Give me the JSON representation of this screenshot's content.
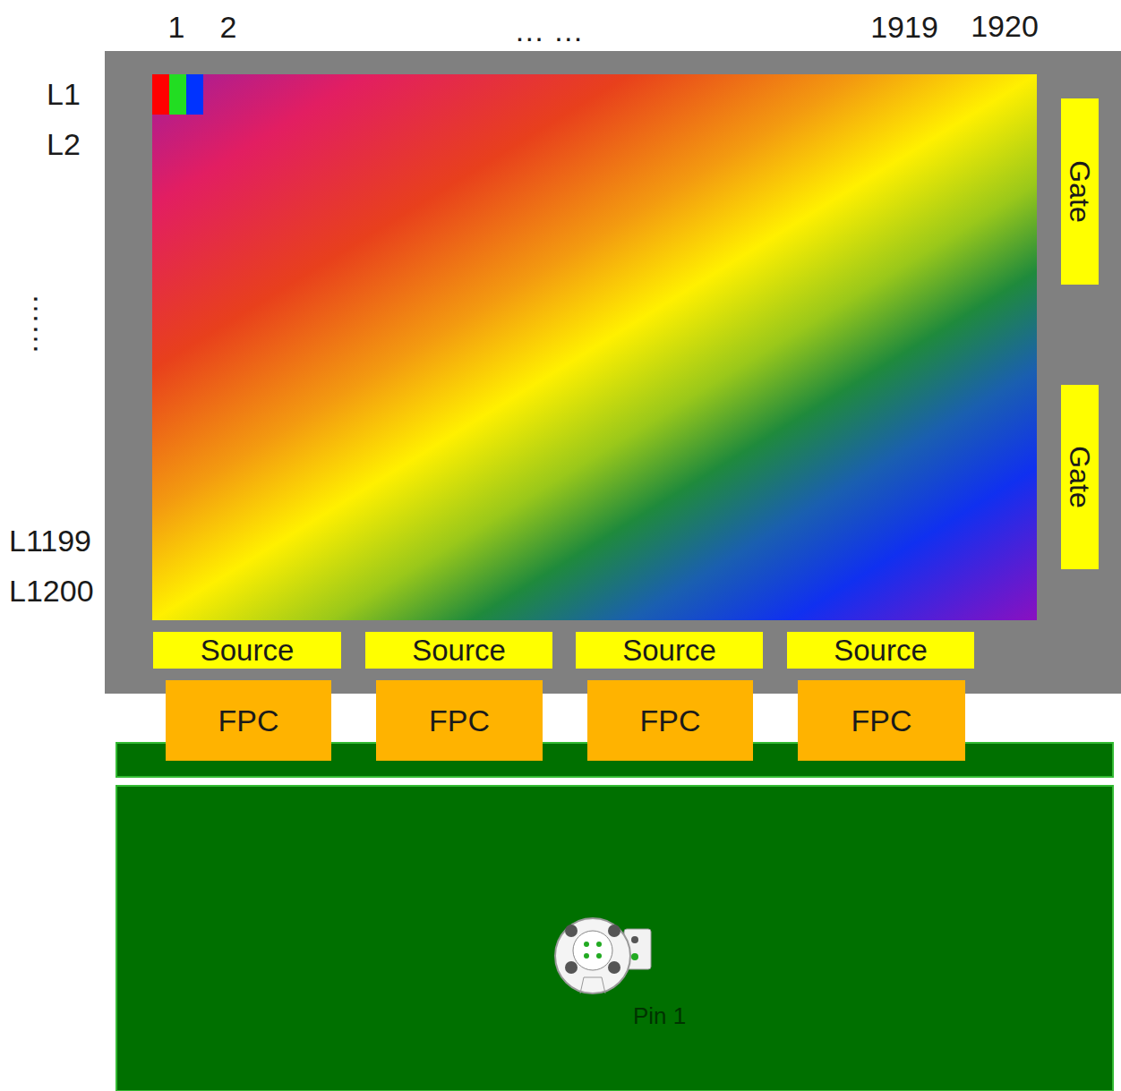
{
  "diagram": {
    "nodes": [
      {
        "text": [
          "Gate"
        ]
      },
      {
        "text": [
          "Gate"
        ]
      },
      {
        "text": [
          "Source"
        ]
      },
      {
        "text": [
          "Source"
        ]
      },
      {
        "text": [
          "Source"
        ]
      },
      {
        "text": [
          "Source"
        ]
      },
      {
        "text": [
          "FPC"
        ]
      },
      {
        "text": [
          "FPC"
        ]
      },
      {
        "text": [
          "FPC"
        ]
      },
      {
        "text": [
          "FPC"
        ]
      }
    ],
    "labels": [
      "1",
      "2",
      "… …",
      "1919",
      "1920",
      "L1",
      "L2",
      "……",
      "L1199",
      "L1200",
      "Pin 1"
    ]
  }
}
